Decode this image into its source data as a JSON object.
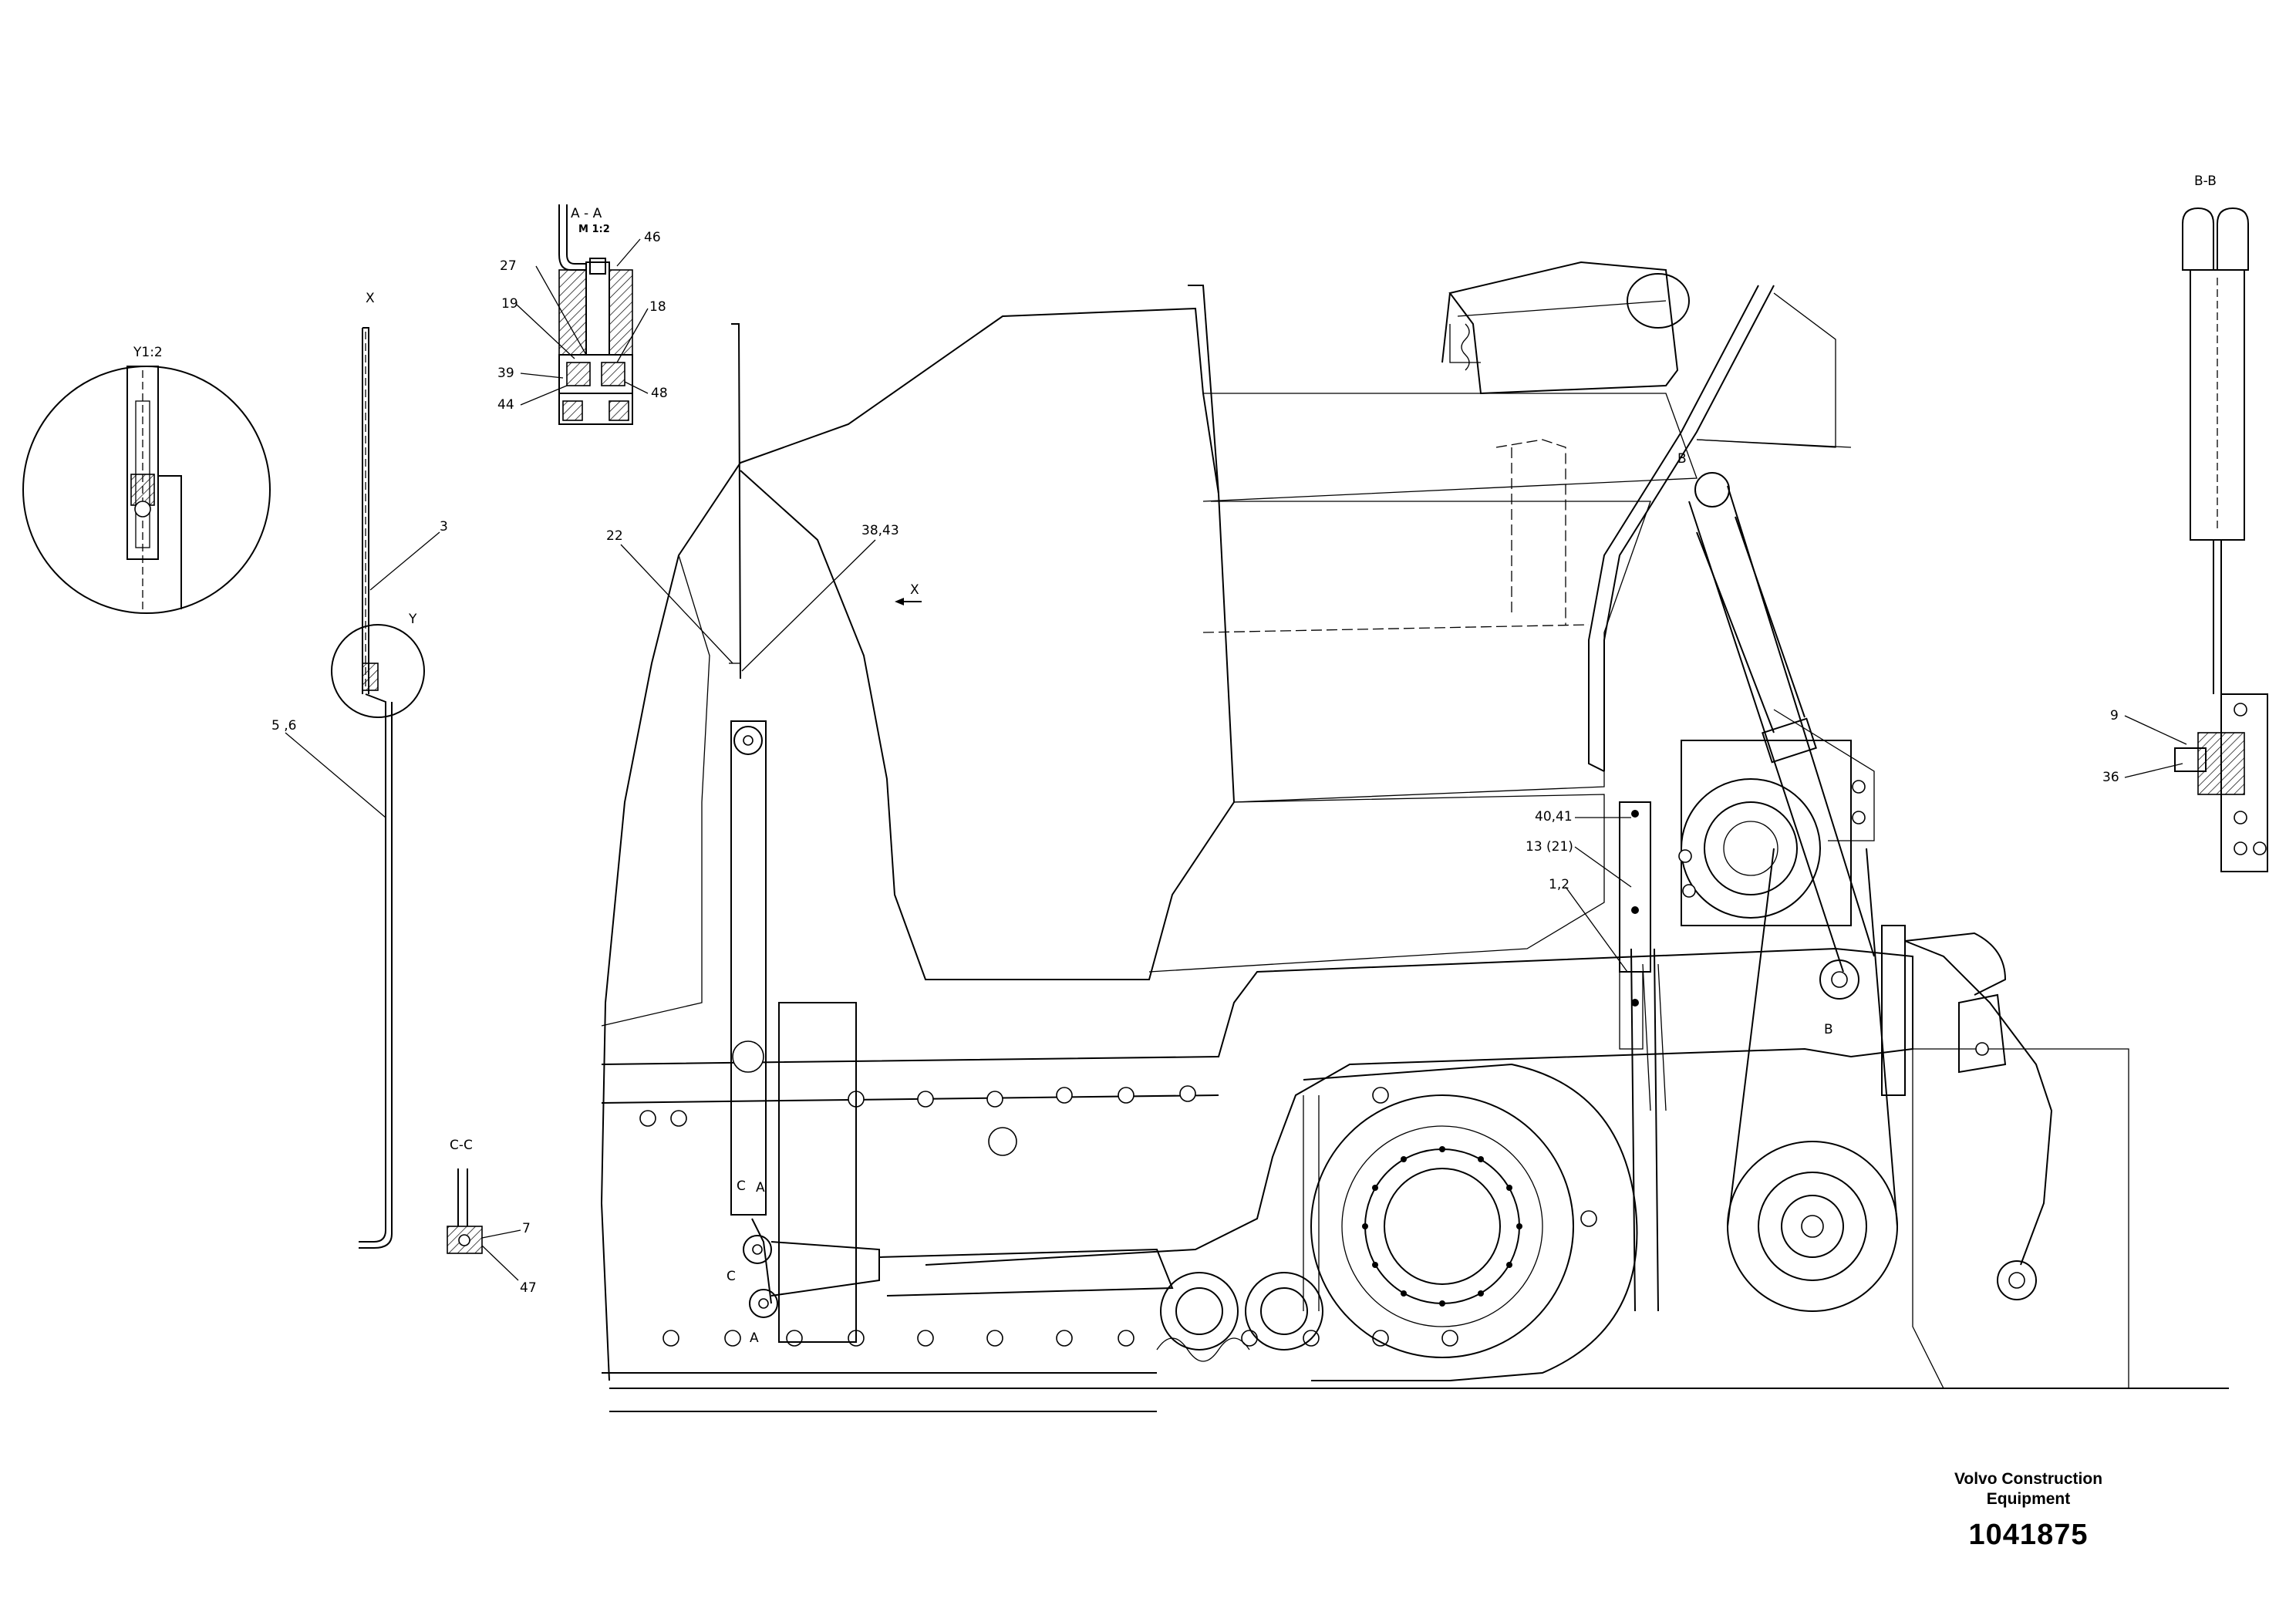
{
  "drawing": {
    "views": {
      "a_a": {
        "title": "A - A",
        "scale": "M 1:2"
      },
      "b_b": {
        "title": "B-B"
      },
      "c_c": {
        "title": "C-C"
      },
      "x": {
        "title": "X"
      },
      "y_detail": {
        "title": "Y1:2",
        "marker": "Y"
      },
      "view_arrow": {
        "label": "X"
      }
    },
    "callouts": [
      {
        "id": "46",
        "text": "46"
      },
      {
        "id": "27",
        "text": "27"
      },
      {
        "id": "18",
        "text": "18"
      },
      {
        "id": "19",
        "text": "19"
      },
      {
        "id": "39",
        "text": "39"
      },
      {
        "id": "48",
        "text": "48"
      },
      {
        "id": "44",
        "text": "44"
      },
      {
        "id": "3",
        "text": "3"
      },
      {
        "id": "5_6",
        "text": "5 ,6"
      },
      {
        "id": "22",
        "text": "22"
      },
      {
        "id": "38_43",
        "text": "38,43"
      },
      {
        "id": "40_41",
        "text": "40,41"
      },
      {
        "id": "13_21",
        "text": "13 (21)"
      },
      {
        "id": "1_2",
        "text": "1,2"
      },
      {
        "id": "9",
        "text": "9"
      },
      {
        "id": "36",
        "text": "36"
      },
      {
        "id": "7",
        "text": "7"
      },
      {
        "id": "47",
        "text": "47"
      }
    ],
    "section_marks": {
      "a_top": "A",
      "a_bottom": "A",
      "c_top": "C",
      "c_bottom": "C",
      "b_top": "B",
      "b_bottom": "B"
    }
  },
  "title_block": {
    "company_line1": "Volvo Construction",
    "company_line2": "Equipment",
    "document_number": "1041875"
  }
}
